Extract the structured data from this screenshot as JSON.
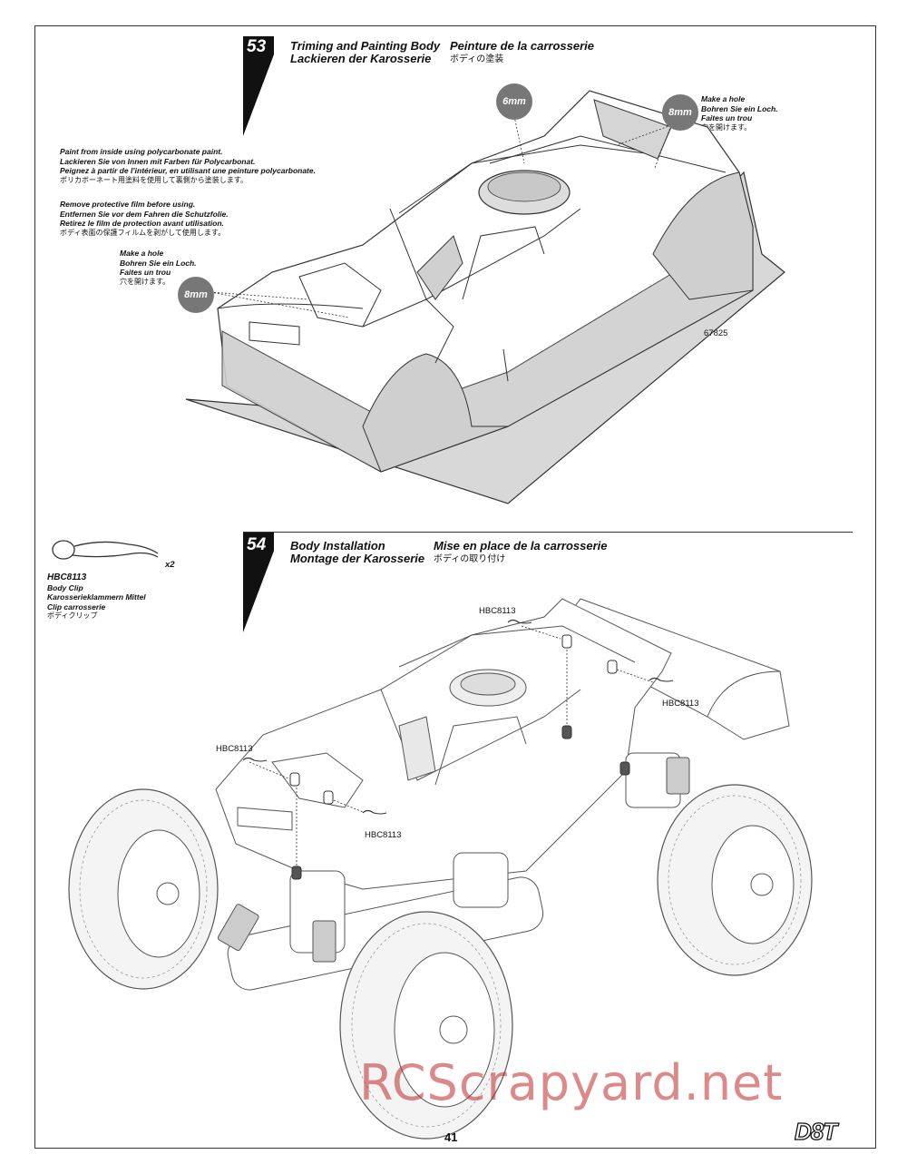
{
  "step53": {
    "number": "53",
    "title_en": "Triming and Painting Body",
    "title_de": "Lackieren der Karosserie",
    "title_fr": "Peinture de la carrosserie",
    "title_jp": "ボディの塗装",
    "paint_note": [
      "Paint from inside using polycarbonate paint.",
      "Lackieren Sie von Innen mit Farben für Polycarbonat.",
      "Peignez à partir de l’intérieur, en utilisant une peinture polycarbonate.",
      "ポリカボーネート用塗料を使用して裏側から塗装します。"
    ],
    "film_note": [
      "Remove protective film before using.",
      "Entfernen Sie vor dem Fahren die Schutzfolie.",
      "Retirez le film de protection avant utilisation.",
      "ボディ表面の保護フィルムを剥がして使用します。"
    ],
    "hole_note": [
      "Make a hole",
      "Bohren Sie ein Loch.",
      "Faites un trou",
      "穴を開けます。"
    ],
    "hole_sizes": {
      "top": "6mm",
      "right": "8mm",
      "left": "8mm"
    },
    "part_number": "67825"
  },
  "step54": {
    "number": "54",
    "title_en": "Body Installation",
    "title_de": "Montage der Karosserie",
    "title_fr": "Mise en place de la carrosserie",
    "title_jp": "ボディの取り付け",
    "part": {
      "code": "HBC8113",
      "name_en": "Body Clip",
      "name_de": "Karosserieklammern Mittel",
      "name_fr": "Clip carrosserie",
      "name_jp": "ボディクリップ",
      "qty": "x2"
    },
    "callouts": [
      "HBC8113",
      "HBC8113",
      "HBC8113",
      "HBC8113"
    ]
  },
  "footer": {
    "page_number": "41",
    "logo": "D8T"
  },
  "watermark": "RCScrapyard.net"
}
